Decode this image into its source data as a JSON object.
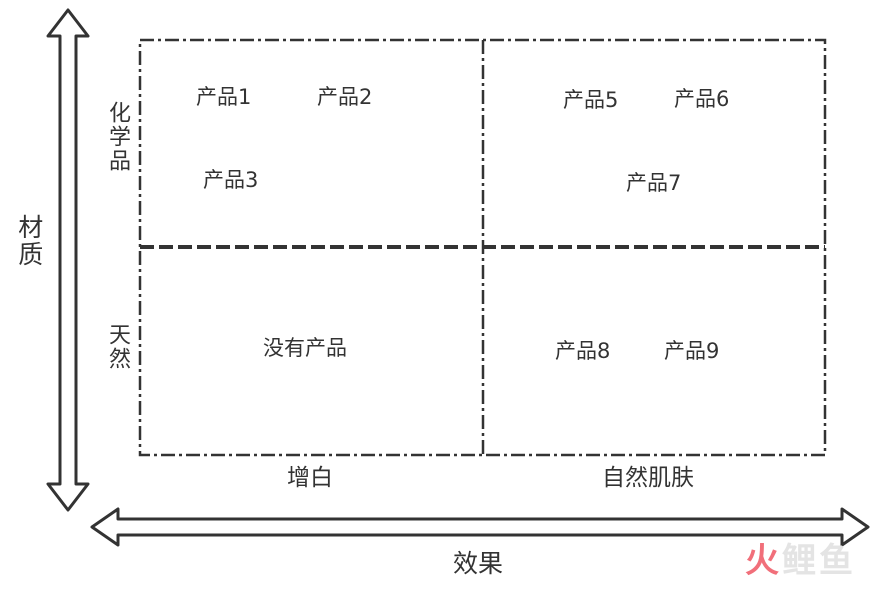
{
  "y_axis": {
    "title": "材质",
    "categories": [
      "化学品",
      "天然"
    ]
  },
  "x_axis": {
    "title": "效果",
    "categories": [
      "增白",
      "自然肌肤"
    ]
  },
  "quadrants": {
    "chemical_whitening": [
      "产品1",
      "产品2",
      "产品3"
    ],
    "chemical_natural": [
      "产品5",
      "产品6",
      "产品7"
    ],
    "natural_whitening": [
      "没有产品"
    ],
    "natural_natural": [
      "产品8",
      "产品9"
    ]
  },
  "watermark": [
    "火",
    "鲤",
    "鱼"
  ],
  "colors": {
    "line": "#333333",
    "text": "#333333",
    "watermark_accent": "#f16f7a",
    "watermark_gray": "#e4e4e4"
  }
}
